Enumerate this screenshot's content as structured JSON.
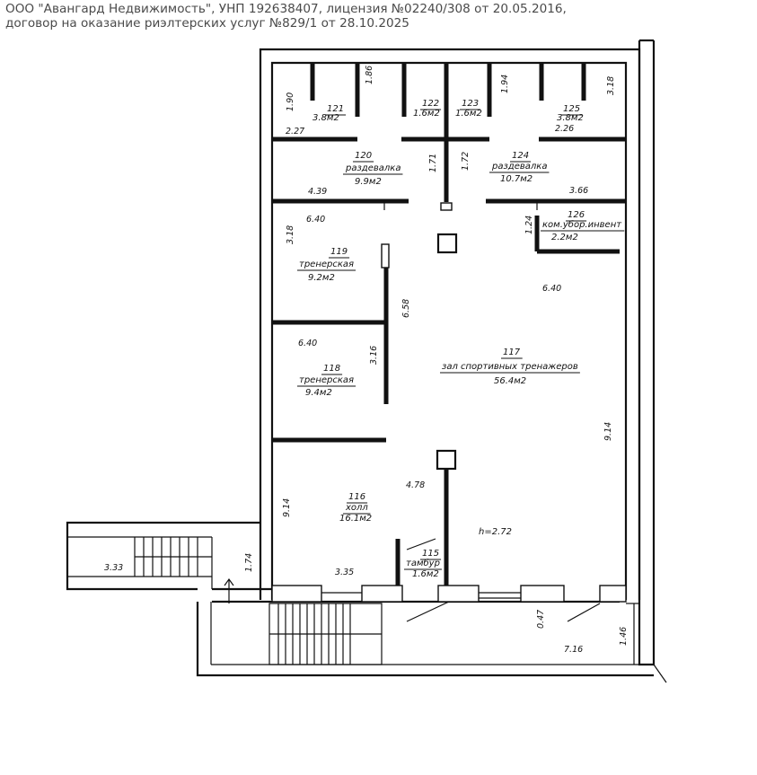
{
  "header": {
    "line1": "ООО \"Авангард Недвижимость\", УНП 192638407, лицензия №02240/308 от 20.05.2016,",
    "line2": "договор на оказание риэлтерских услуг №829/1 от 28.10.2025"
  },
  "rooms": {
    "r121": {
      "num": "121",
      "area": "3.8м2"
    },
    "r122": {
      "num": "122",
      "area": "1.6м2"
    },
    "r123": {
      "num": "123",
      "area": "1.6м2"
    },
    "r125": {
      "num": "125",
      "area": "3.8м2"
    },
    "r120": {
      "num": "120",
      "name": "раздевалка",
      "area": "9.9м2"
    },
    "r124": {
      "num": "124",
      "name": "раздевалка",
      "area": "10.7м2"
    },
    "r126": {
      "num": "126",
      "name": "ком.убор.инвент",
      "area": "2.2м2"
    },
    "r119": {
      "num": "119",
      "name": "тренерская",
      "area": "9.2м2"
    },
    "r118": {
      "num": "118",
      "name": "тренерская",
      "area": "9.4м2"
    },
    "r117": {
      "num": "117",
      "name": "зал спортивных тренажеров",
      "area": "56.4м2"
    },
    "r116": {
      "num": "116",
      "name": "холл",
      "area": "16.1м2"
    },
    "r115": {
      "num": "115",
      "name": "тамбур",
      "area": "1.6м2"
    }
  },
  "height_label": "h=2.72",
  "dims": {
    "d190": "1.90",
    "d186": "1.86",
    "d194": "1.94",
    "d318a": "3.18",
    "d227": "2.27",
    "d226": "2.26",
    "d171": "1.71",
    "d172": "1.72",
    "d439": "4.39",
    "d366": "3.66",
    "d640a": "6.40",
    "d318b": "3.18",
    "d124": "1.24",
    "d640b": "6.40",
    "d658": "6.58",
    "d640c": "6.40",
    "d316": "3.16",
    "d914a": "9.14",
    "d914b": "9.14",
    "d478": "4.78",
    "d333": "3.33",
    "d174": "1.74",
    "d335": "3.35",
    "d047": "0.47",
    "d716": "7.16",
    "d146": "1.46"
  }
}
